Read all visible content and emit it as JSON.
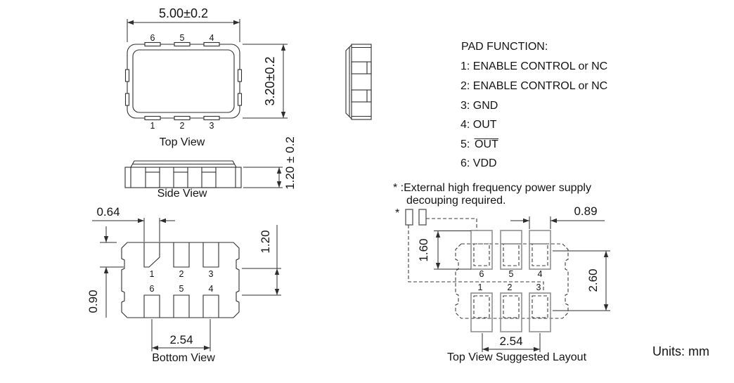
{
  "drawing_title": "Oscillator package dimension drawing",
  "units_label": "Units: mm",
  "views": {
    "top": {
      "label": "Top View",
      "dim_width": "5.00±0.2",
      "dim_height": "3.20±0.2",
      "pins_top": [
        "6",
        "5",
        "4"
      ],
      "pins_bottom": [
        "1",
        "2",
        "3"
      ]
    },
    "side": {
      "label": "Side View",
      "dim_height": "1.20 ± 0.2"
    },
    "bottom": {
      "label": "Bottom View",
      "dim_pad_width": "0.64",
      "dim_row_gap": "1.20",
      "dim_pad_height": "0.90",
      "dim_pitch": "2.54",
      "pins_top": [
        "1",
        "2",
        "3"
      ],
      "pins_bottom": [
        "6",
        "5",
        "4"
      ]
    },
    "layout": {
      "label": "Top View Suggested Layout",
      "dim_pad_height": "1.60",
      "dim_pad_width": "0.89",
      "dim_span": "2.60",
      "dim_pitch": "2.54",
      "star": "*",
      "pins_top": [
        "6",
        "5",
        "4"
      ],
      "pins_bottom": [
        "1",
        "2",
        "3"
      ]
    }
  },
  "pad_function": {
    "title": "PAD FUNCTION:",
    "f1": "1: ENABLE CONTROL or NC",
    "f2": "2: ENABLE CONTROL or NC",
    "f3": "3: GND",
    "f4": "4: OUT",
    "f5_prefix": "5:",
    "f5_value": "OUT",
    "f6": "6: VDD"
  },
  "note": {
    "line1": "* :External high frequency power supply",
    "line2": "decouping required."
  },
  "colors": {
    "background": "#ffffff",
    "line": "#2e2e2e",
    "dashed_line": "#3c3c3c",
    "layout_pad": "#8f8f8f",
    "text": "#141414"
  }
}
